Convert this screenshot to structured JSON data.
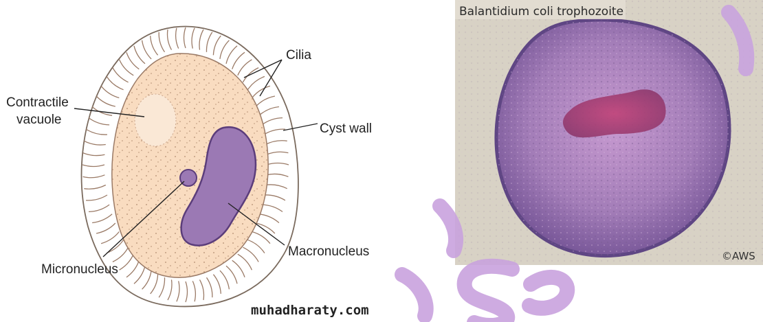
{
  "diagram": {
    "labels": {
      "cilia": "Cilia",
      "contractile_vacuole_line1": "Contractile",
      "contractile_vacuole_line2": "vacuole",
      "cyst_wall": "Cyst wall",
      "macronucleus": "Macronucleus",
      "micronucleus": "Micronucleus"
    },
    "colors": {
      "cytoplasm": "#f9dcc0",
      "macronucleus": "#9b79b4",
      "outline": "#6a4a87",
      "cilia": "#9a7a66"
    }
  },
  "micrograph": {
    "title": "Balantidium coli trophozoite",
    "copyright": "©AWS",
    "colors": {
      "background": "#d9d3c6",
      "cell": "#8d6fa3",
      "nucleus": "#a6487a"
    }
  },
  "watermark": {
    "site": "muhadharaty.com",
    "color": "#c9a3de"
  }
}
